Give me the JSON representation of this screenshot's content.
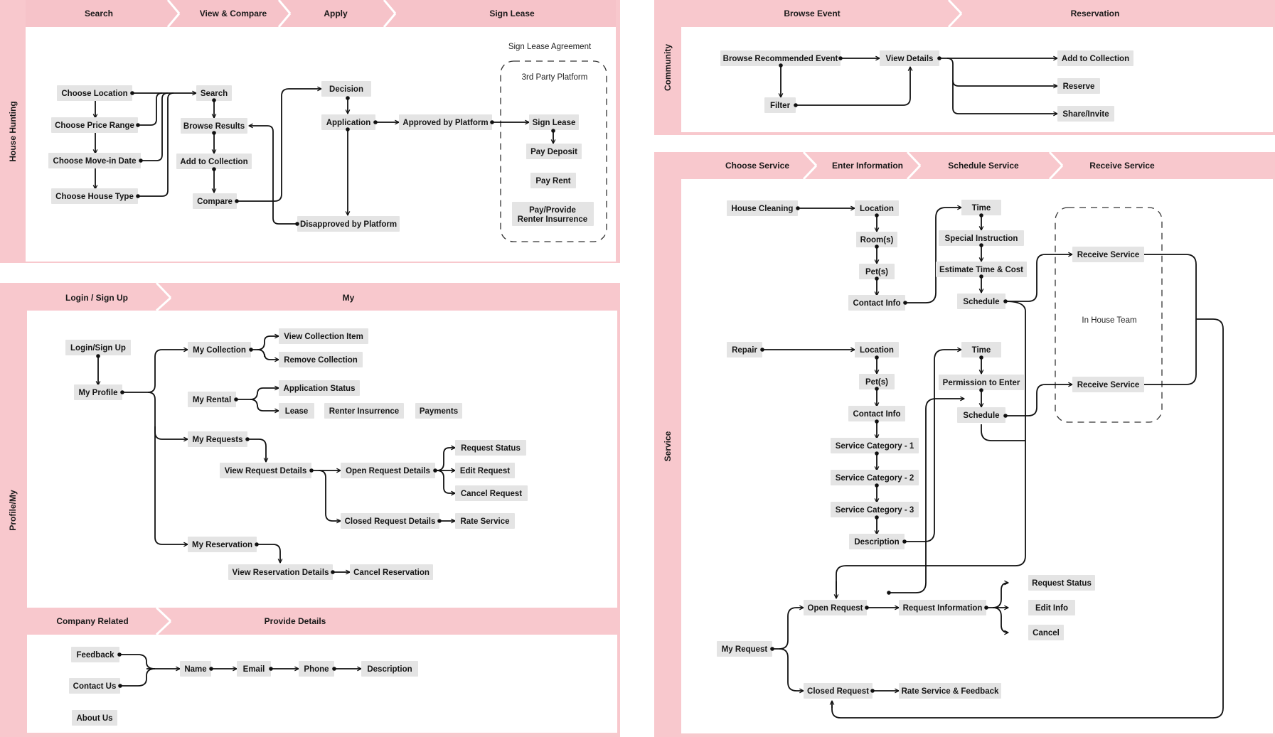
{
  "colors": {
    "band": "#f8c8cd",
    "node": "#e4e4e4",
    "line": "#111111",
    "panel": "#ffffff"
  },
  "phases": {
    "search": "Search",
    "view_compare": "View & Compare",
    "apply": "Apply",
    "sign_lease": "Sign Lease",
    "browse_event": "Browse Event",
    "reservation": "Reservation",
    "login_signup": "Login / Sign Up",
    "my": "My",
    "choose_service": "Choose Service",
    "enter_information": "Enter Information",
    "schedule_service": "Schedule Service",
    "receive_service": "Receive Service",
    "company_related": "Company Related",
    "provide_details": "Provide Details"
  },
  "lanes": {
    "house_hunting": "House Hunting",
    "community": "Community",
    "profile": "Profile/My",
    "service": "Service"
  },
  "labels": {
    "sign_lease_agreement": "Sign Lease Agreement",
    "third_party": "3rd Party Platform",
    "in_house_team": "In House Team"
  },
  "nodes": {
    "choose_location": "Choose Location",
    "choose_price": "Choose Price Range",
    "choose_movein": "Choose Move-in Date",
    "choose_house_type": "Choose House Type",
    "hh_search": "Search",
    "browse_results": "Browse Results",
    "add_collection": "Add to Collection",
    "compare": "Compare",
    "decision": "Decision",
    "application": "Application",
    "approved": "Approved by Platform",
    "disapproved": "Disapproved by Platform",
    "sign_lease": "Sign Lease",
    "pay_deposit": "Pay Deposit",
    "pay_rent": "Pay Rent",
    "pay_insurance_1": "Pay/Provide",
    "pay_insurance_2": "Renter Insurrence",
    "browse_rec": "Browse Recommended Event",
    "view_details": "View Details",
    "filter": "Filter",
    "ev_add_collection": "Add to Collection",
    "reserve": "Reserve",
    "share_invite": "Share/Invite",
    "login": "Login/Sign Up",
    "my_profile": "My Profile",
    "my_collection": "My Collection",
    "view_collection_item": "View Collection Item",
    "remove_collection": "Remove Collection",
    "my_rental": "My Rental",
    "application_status": "Application Status",
    "lease": "Lease",
    "renter_insurance": "Renter Insurrence",
    "payments": "Payments",
    "my_requests": "My Requests",
    "view_request_details": "View Request Details",
    "open_request_details": "Open Request Details",
    "closed_request_details": "Closed Request Details",
    "request_status": "Request Status",
    "edit_request": "Edit Request",
    "cancel_request": "Cancel Request",
    "rate_service": "Rate Service",
    "my_reservation": "My Reservation",
    "view_reservation_details": "View Reservation Details",
    "cancel_reservation": "Cancel Reservation",
    "feedback": "Feedback",
    "contact_us": "Contact Us",
    "about_us": "About Us",
    "cr_name": "Name",
    "cr_email": "Email",
    "cr_phone": "Phone",
    "cr_description": "Description",
    "house_cleaning": "House Cleaning",
    "hc_location": "Location",
    "hc_rooms": "Room(s)",
    "hc_pets": "Pet(s)",
    "hc_contact": "Contact Info",
    "hc_time": "Time",
    "hc_special": "Special Instruction",
    "hc_estimate": "Estimate Time & Cost",
    "hc_schedule": "Schedule",
    "hc_receive": "Receive Service",
    "repair": "Repair",
    "rp_location": "Location",
    "rp_pets": "Pet(s)",
    "rp_contact": "Contact Info",
    "rp_cat1": "Service Category - 1",
    "rp_cat2": "Service Category - 2",
    "rp_cat3": "Service Category - 3",
    "rp_description": "Description",
    "rp_time": "Time",
    "rp_permission": "Permission to Enter",
    "rp_schedule": "Schedule",
    "rp_receive": "Receive Service",
    "my_request": "My Request",
    "open_request": "Open Request",
    "request_information": "Request Information",
    "sv_request_status": "Request Status",
    "sv_edit_info": "Edit Info",
    "sv_cancel": "Cancel",
    "closed_request": "Closed Request",
    "rate_feedback": "Rate Service & Feedback"
  }
}
